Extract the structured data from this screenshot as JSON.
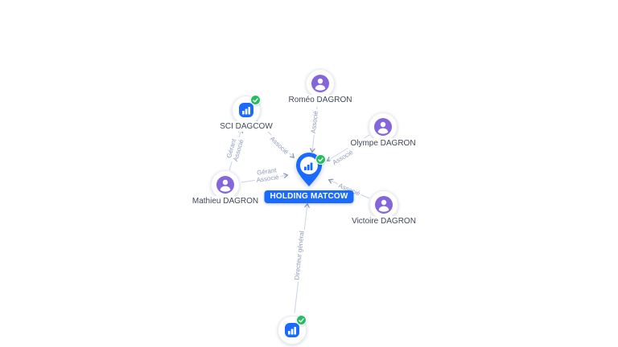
{
  "colors": {
    "blue": "#1a6aff",
    "purple": "#8465dc",
    "green": "#25bd62",
    "edge": "#c9d3e6",
    "edgeText": "#8e9cb8",
    "arrow": "#8494b4"
  },
  "graph": {
    "center": {
      "label": "HOLDING MATCOW",
      "type": "company",
      "verified": true
    },
    "nodes": [
      {
        "label": "Roméo DAGRON",
        "type": "person"
      },
      {
        "label": "SCI DAGCOW",
        "type": "company",
        "verified": true
      },
      {
        "label": "Olympe DAGRON",
        "type": "person"
      },
      {
        "label": "Mathieu DAGRON",
        "type": "person"
      },
      {
        "label": "Victoire DAGRON",
        "type": "person"
      },
      {
        "label": "",
        "type": "company",
        "verified": true
      }
    ],
    "edges": [
      {
        "from": "Roméo DAGRON",
        "to": "HOLDING MATCOW",
        "label": "Associé"
      },
      {
        "from": "SCI DAGCOW",
        "to": "HOLDING MATCOW",
        "label": "Associé"
      },
      {
        "from": "Olympe DAGRON",
        "to": "HOLDING MATCOW",
        "label": "Associé"
      },
      {
        "from": "Mathieu DAGRON",
        "to": "HOLDING MATCOW",
        "label": "Gérant"
      },
      {
        "from": "Mathieu DAGRON",
        "to": "HOLDING MATCOW",
        "label": "Associé"
      },
      {
        "from": "Victoire DAGRON",
        "to": "HOLDING MATCOW",
        "label": "Associé"
      },
      {
        "from": "HOLDING MATCOW",
        "to": "",
        "label": "Directeur général"
      },
      {
        "from": "Mathieu DAGRON",
        "to": "SCI DAGCOW",
        "label": "Gérant"
      },
      {
        "from": "Mathieu DAGRON",
        "to": "SCI DAGCOW",
        "label": "Associé"
      }
    ]
  }
}
